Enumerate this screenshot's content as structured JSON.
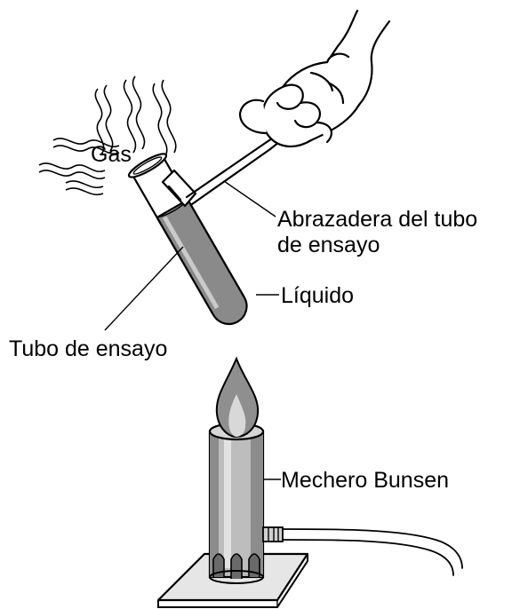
{
  "labels": {
    "gas": "Gas",
    "clamp_line1": "Abrazadera del tubo",
    "clamp_line2": "de ensayo",
    "liquid": "Líquido",
    "test_tube": "Tubo de ensayo",
    "burner": "Mechero Bunsen"
  },
  "colors": {
    "liquid": "#8a8a8a",
    "flame_outer": "#8f8f8f",
    "flame_inner": "#d8d8d8",
    "burner_body": "#bdbdbd",
    "burner_shade": "#8c8c8c",
    "base": "#e6e6e6"
  },
  "icons": [
    "hand-icon",
    "gas-vapor-icon",
    "test-tube-icon",
    "clamp-icon",
    "flame-icon",
    "bunsen-burner-icon",
    "gas-hose-icon"
  ]
}
